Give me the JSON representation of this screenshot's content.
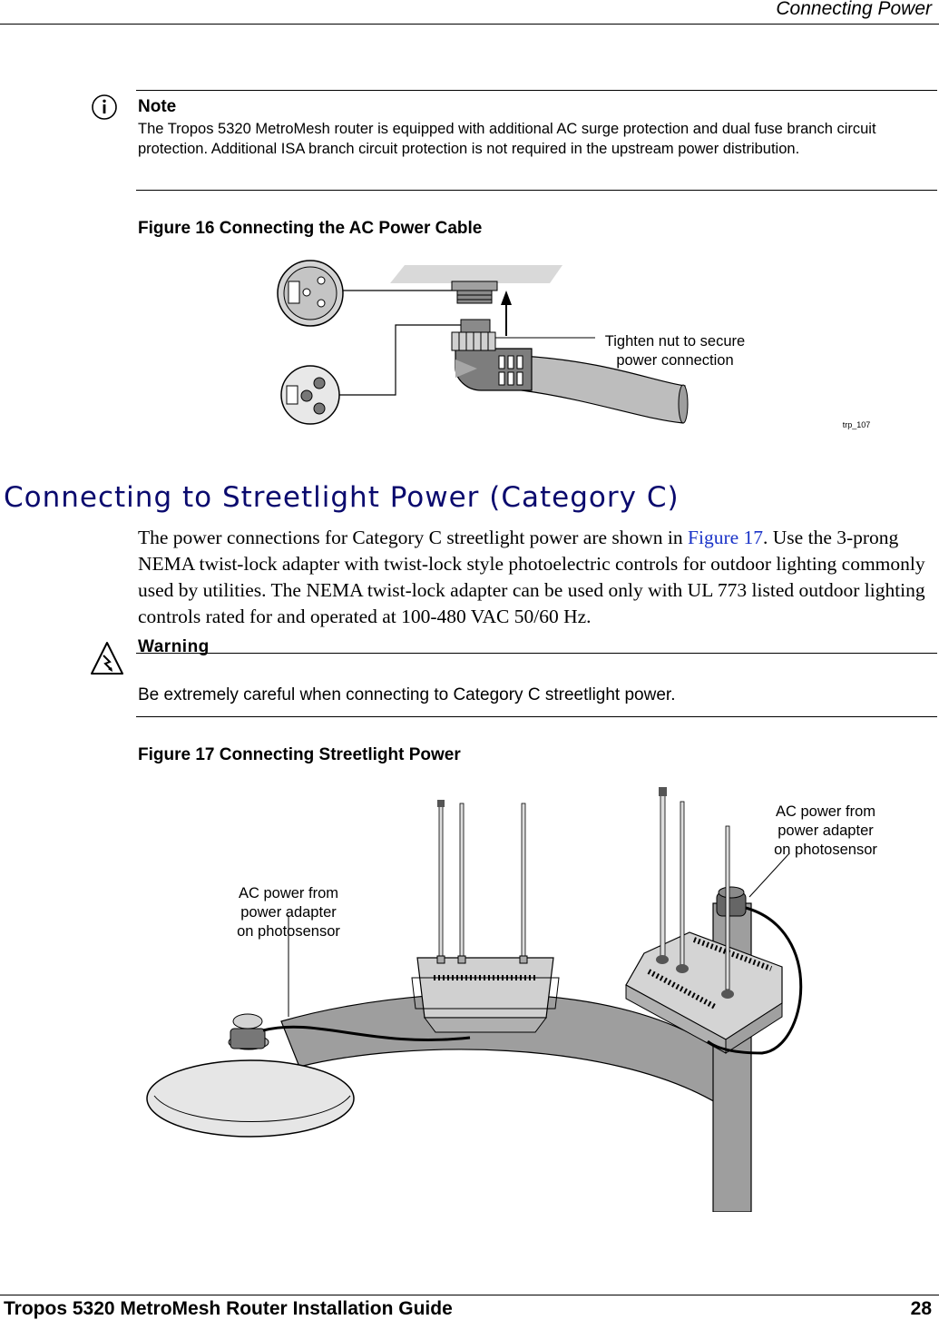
{
  "header": {
    "title": "Connecting Power"
  },
  "note": {
    "label": "Note",
    "text": "The Tropos 5320 MetroMesh router is equipped with additional AC surge protection and dual fuse branch circuit protection. Additional ISA branch circuit protection is not required in the upstream power distribution."
  },
  "figure16": {
    "caption": "Figure 16  Connecting the AC Power Cable",
    "callout_line1": "Tighten nut to secure",
    "callout_line2": "power connection",
    "ref": "trp_107"
  },
  "section": {
    "heading": "Connecting to Streetlight Power (Category C)"
  },
  "body": {
    "before_link": "The power connections for Category C streetlight power are shown in ",
    "link": "Figure 17",
    "after_link": ". Use the 3-prong NEMA twist-lock adapter with twist-lock style photoelectric controls for outdoor lighting commonly used by utilities. The NEMA twist-lock adapter can be used only with UL 773 listed outdoor lighting controls rated for and operated at 100-480 VAC 50/60 Hz."
  },
  "warning": {
    "label": "Warning",
    "text": "Be extremely careful when connecting to Category C streetlight power."
  },
  "figure17": {
    "caption": "Figure 17  Connecting Streetlight Power",
    "left_label": [
      "AC power from",
      "power adapter",
      "on photosensor"
    ],
    "right_label": [
      "AC power from",
      "power adapter",
      "on photosensor"
    ]
  },
  "footer": {
    "left": "Tropos 5320 MetroMesh Router Installation Guide",
    "page": "28"
  }
}
